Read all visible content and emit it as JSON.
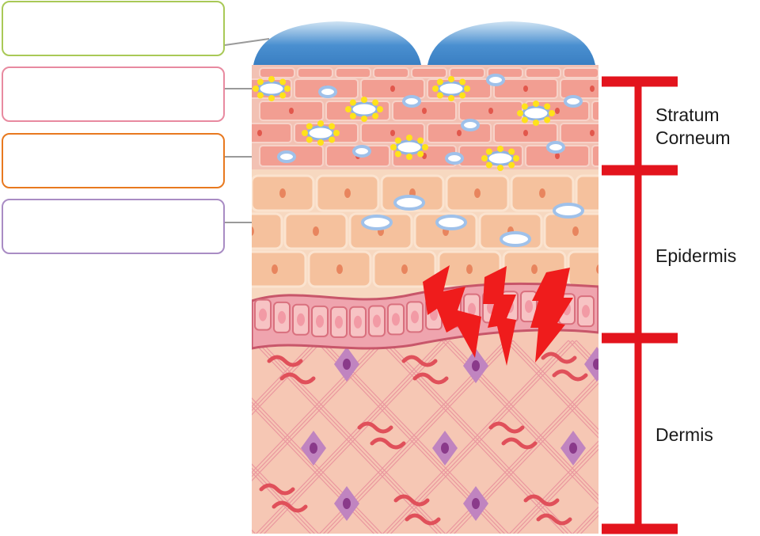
{
  "diagram": {
    "layer_labels": {
      "stratum_corneum_line1": "Stratum",
      "stratum_corneum_line2": "Corneum",
      "epidermis": "Epidermis",
      "dermis": "Dermis"
    },
    "callout_boxes": [
      {
        "text": "",
        "border_color": "#a9c957"
      },
      {
        "text": "",
        "border_color": "#e88aa0"
      },
      {
        "text": "",
        "border_color": "#e8791f"
      },
      {
        "text": "",
        "border_color": "#a98cc4"
      }
    ],
    "colors": {
      "droplet": "#3f86c9",
      "bracket": "#e3141d",
      "lightning": "#ef1c1c",
      "corneum": "#f3b3aa",
      "epidermis": "#f4c8a6",
      "basal": "#efa4ae",
      "dermis": "#f6c7b4"
    }
  }
}
